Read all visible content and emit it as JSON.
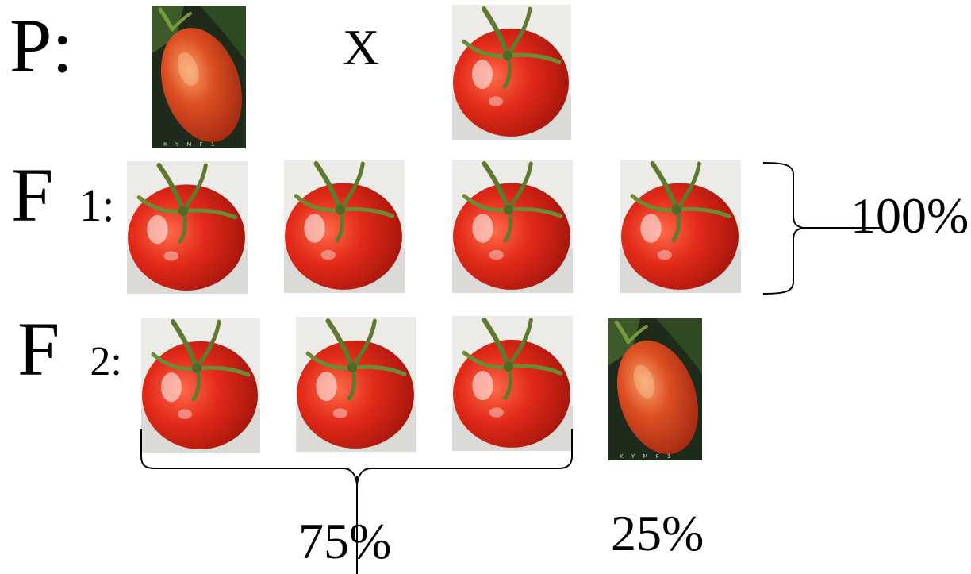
{
  "rows": {
    "parental": {
      "letter": "P",
      "suffix": ":"
    },
    "f1": {
      "letter": "F",
      "suffix": "1:"
    },
    "f2": {
      "letter": "F",
      "suffix": "2:"
    }
  },
  "cross_symbol": "X",
  "percentages": {
    "f1_total": "100%",
    "f2_round": "75%",
    "f2_elongated": "25%"
  },
  "photo_caption": "K Y M  F 1",
  "colors": {
    "round_tomato": "#e0281a",
    "elongated_tomato": "#d9481e",
    "stem": "#5f7a2e",
    "photo_bg": "#ecebe8",
    "dark_bg": "#1e2a1a"
  }
}
